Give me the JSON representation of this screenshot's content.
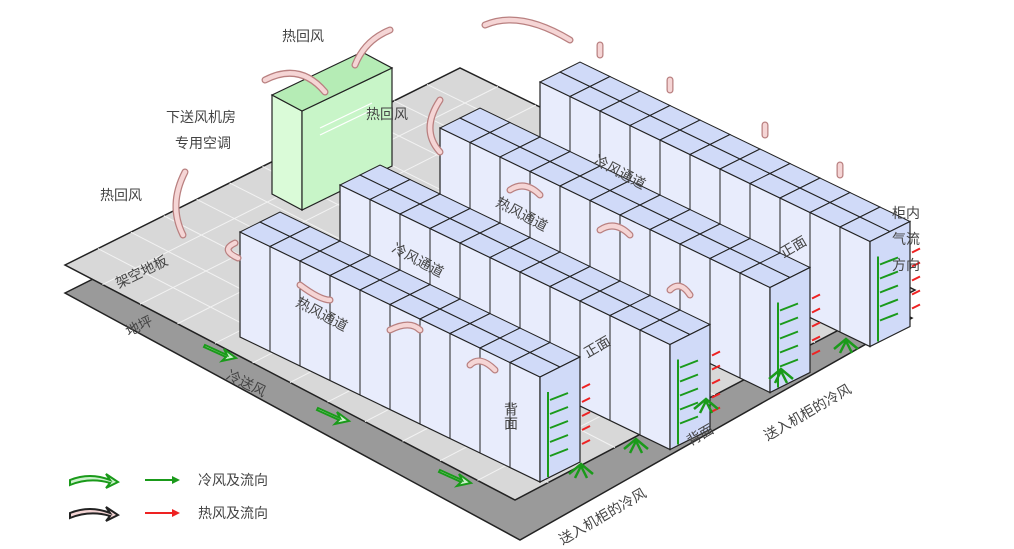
{
  "labels": {
    "hot_return_top": "热回风",
    "hot_return_mid": "热回风",
    "hot_return_left": "热回风",
    "ac_unit_line1": "下送风机房",
    "ac_unit_line2": "专用空调",
    "raised_floor": "架空地板",
    "ground": "地坪",
    "cold_supply": "冷送风",
    "cold_aisle_1": "冷风通道",
    "cold_aisle_2": "冷风通道",
    "hot_aisle_1": "热风通道",
    "hot_aisle_2": "热风通道",
    "front_1": "正面",
    "front_2": "正面",
    "back_1": "背面",
    "back_2": "背面",
    "cabinet_airflow_line1": "柜内",
    "cabinet_airflow_line2": "气流",
    "cabinet_airflow_line3": "方向",
    "cold_into_cabinet_1": "送入机柜的冷风",
    "cold_into_cabinet_2": "送入机柜的冷风"
  },
  "legend": {
    "cold": "冷风及流向",
    "hot": "热风及流向"
  },
  "colors": {
    "cold": "#1a9a1a",
    "hot": "#ee2222",
    "hot_return": "#f5d5d5",
    "cabinet_top": "#d0daf8",
    "cabinet_side": "#e8ecfc",
    "ac_unit": "#c8f5c8",
    "floor": "#d8d8d8",
    "ground": "#9a9a9a"
  }
}
